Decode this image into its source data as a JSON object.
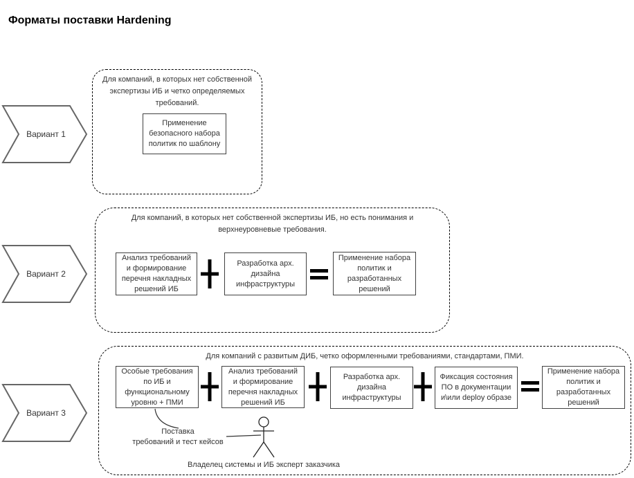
{
  "title": "Форматы поставки Hardening",
  "colors": {
    "chevron_stroke": "#666666",
    "box_stroke": "#404040",
    "dashed_stroke": "#000000",
    "operator_color": "#000000",
    "text": "#333333",
    "background": "#ffffff"
  },
  "variant1": {
    "chevron_label": "Вариант 1",
    "description": "Для компаний, в которых нет собственной\nэкспертизы ИБ и четко определяемых\nтребований.",
    "box": "Применение\nбезопасного набора\nполитик по шаблону"
  },
  "variant2": {
    "chevron_label": "Вариант 2",
    "description": "Для компаний, в которых нет собственной экспертизы ИБ, но есть понимания и\nверхнеуровневые требования.",
    "boxes": [
      "Анализ требований\nи формирование\nперечня накладных\nрешений ИБ",
      "Разработка арх.\nдизайна\nинфраструктуры",
      "Применение набора\nполитик и\nразработанных\nрешений"
    ],
    "operators": [
      "+",
      "="
    ]
  },
  "variant3": {
    "chevron_label": "Вариант 3",
    "description": "Для компаний с развитым ДИБ, четко оформленными требованиями, стандартами, ПМИ.",
    "boxes": [
      "Особые требования\nпо ИБ и\nфункциональному\nуровню + ПМИ",
      "Анализ требований\nи формирование\nперечня накладных\nрешений ИБ",
      "Разработка арх.\nдизайна\nинфраструктуры",
      "Фиксация состояния\nПО в документации\nи\\или deploy образе",
      "Применение набора\nполитик и\nразработанных\nрешений"
    ],
    "operators": [
      "+",
      "+",
      "+",
      "="
    ],
    "annotation": "Поставка\nтребований и тест кейсов",
    "actor_caption": "Владелец системы и ИБ эксперт заказчика"
  }
}
